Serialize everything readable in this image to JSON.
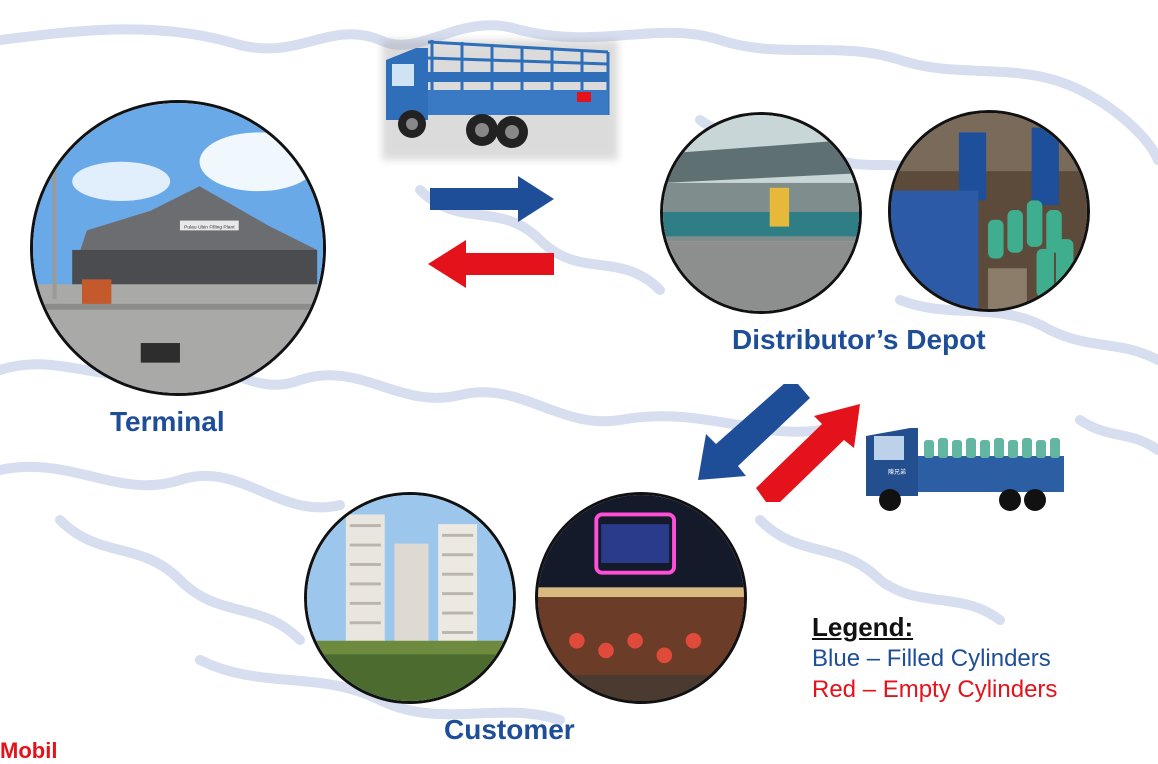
{
  "nodes": {
    "terminal_label": "Terminal",
    "depot_label": "Distributor’s Depot",
    "customer_label": "Customer"
  },
  "photos": {
    "terminal_sign": "Pulau Ubin Filling Plant"
  },
  "legend": {
    "title": "Legend:",
    "blue": "Blue – Filled Cylinders",
    "red": "Red – Empty Cylinders"
  },
  "footer": {
    "cut_text": "Mobil"
  },
  "colors": {
    "filled": "#1f4e99",
    "empty": "#e3121b",
    "label": "#1f4e99"
  }
}
